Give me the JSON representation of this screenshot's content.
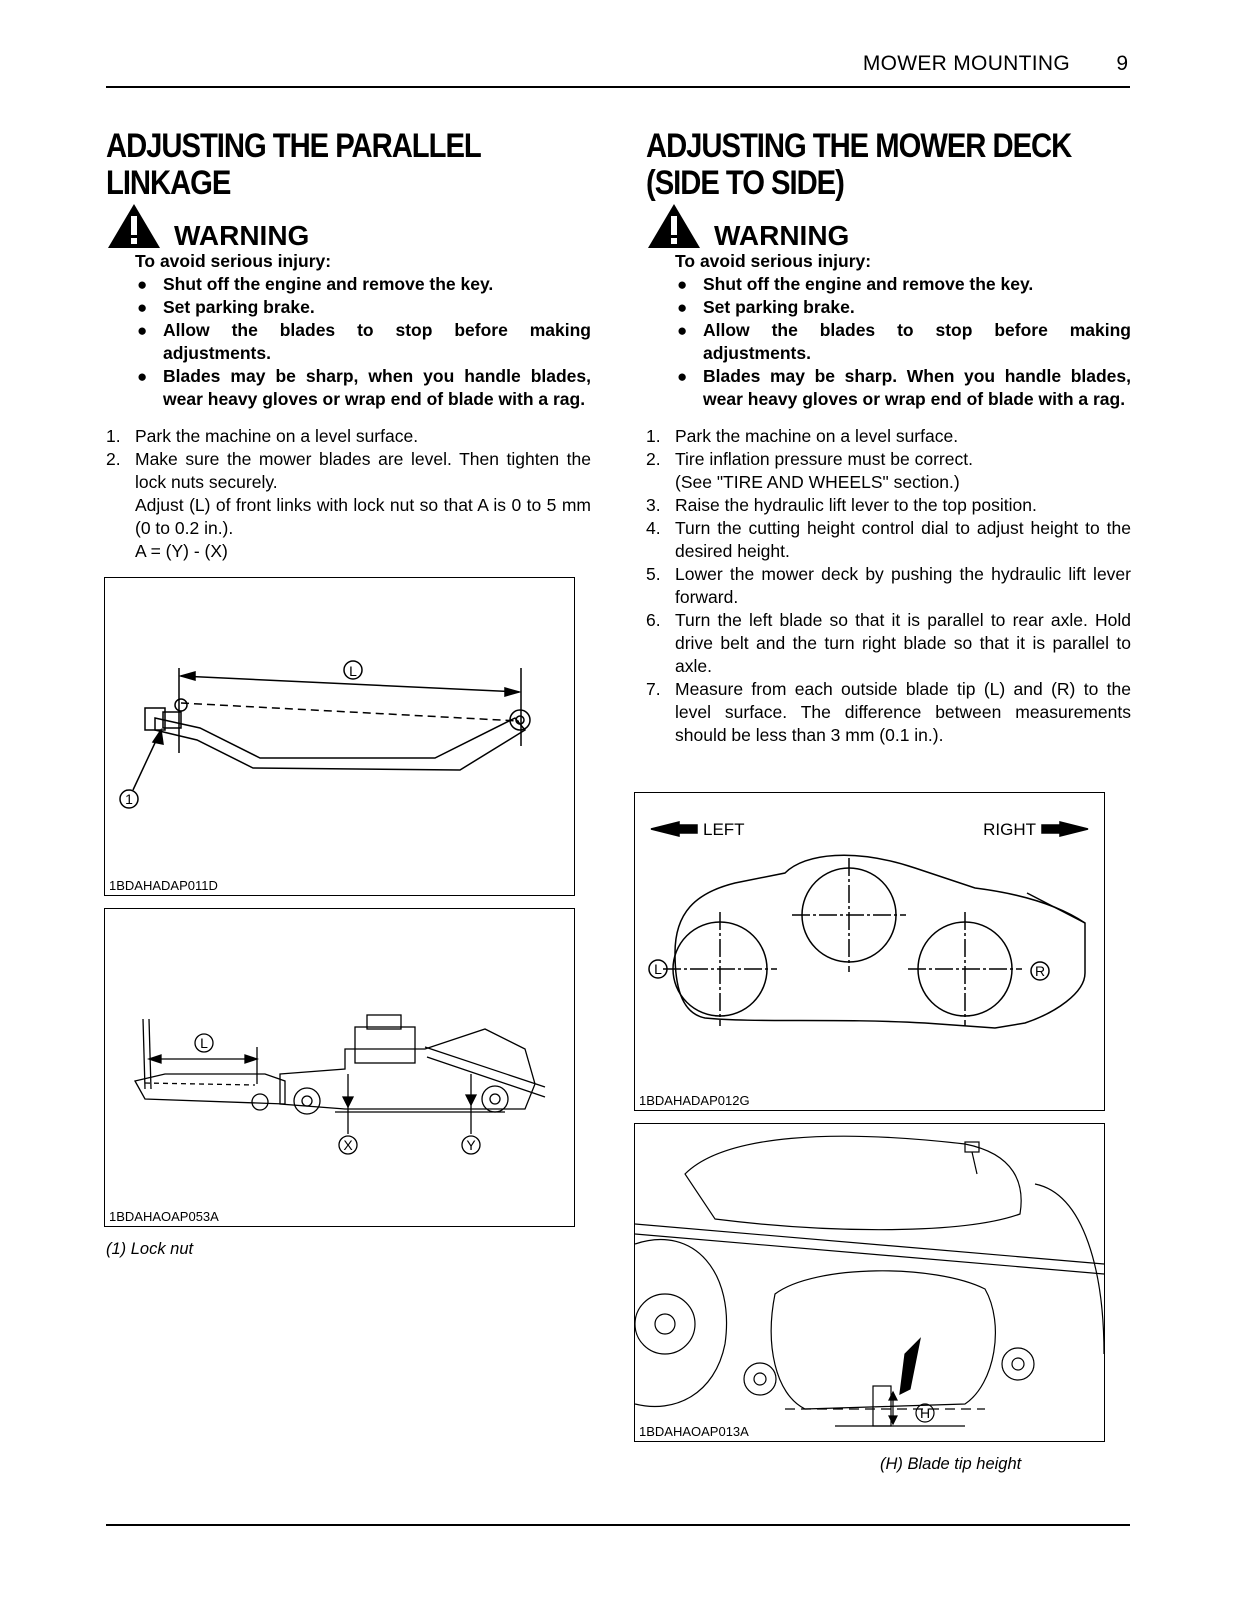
{
  "header": {
    "section": "MOWER MOUNTING",
    "page": "9"
  },
  "left": {
    "title": "ADJUSTING THE PARALLEL LINKAGE",
    "warning": {
      "label": "WARNING",
      "intro": "To avoid serious injury:",
      "items": [
        "Shut off the engine and remove the key.",
        "Set parking brake.",
        "Allow the blades to stop before making adjustments.",
        "Blades may be sharp, when you handle blades, wear heavy gloves or wrap end of blade with a rag."
      ]
    },
    "steps": [
      {
        "num": "1.",
        "text": "Park the machine on a level surface."
      },
      {
        "num": "2.",
        "text": "Make sure the mower blades are level. Then tighten the lock nuts securely.",
        "extra": [
          "Adjust (L) of front links with lock nut so that A is 0 to 5 mm (0 to 0.2 in.).",
          "A = (Y) - (X)"
        ]
      }
    ],
    "fig1": {
      "code": "1BDAHADAP011D",
      "labels": [
        "L",
        "1"
      ]
    },
    "fig2": {
      "code": "1BDAHAOAP053A",
      "labels": [
        "L",
        "X",
        "Y"
      ]
    },
    "caption": "(1) Lock nut"
  },
  "right": {
    "title": "ADJUSTING THE MOWER DECK (SIDE TO SIDE)",
    "warning": {
      "label": "WARNING",
      "intro": "To avoid serious injury:",
      "items": [
        "Shut off the engine and remove the key.",
        "Set parking brake.",
        "Allow the blades to stop before making adjustments.",
        "Blades may be sharp. When you handle blades, wear heavy gloves or wrap end of blade with a rag."
      ]
    },
    "steps": [
      {
        "num": "1.",
        "text": "Park the machine on a level surface."
      },
      {
        "num": "2.",
        "text": "Tire inflation pressure must be correct.",
        "extra": [
          "(See \"TIRE AND WHEELS\" section.)"
        ]
      },
      {
        "num": "3.",
        "text": "Raise the hydraulic lift lever to the top position."
      },
      {
        "num": "4.",
        "text": "Turn the cutting height control dial to adjust height to the desired height."
      },
      {
        "num": "5.",
        "text": "Lower the mower deck by pushing the hydraulic lift lever forward."
      },
      {
        "num": "6.",
        "text": "Turn the left blade so that it is parallel to rear axle. Hold drive belt and the turn right blade so that it is parallel to axle."
      },
      {
        "num": "7.",
        "text": "Measure from each outside blade tip (L) and (R) to the level surface. The difference between measurements should be less than 3 mm (0.1 in.)."
      }
    ],
    "fig3": {
      "code": "1BDAHADAP012G",
      "left_label": "LEFT",
      "right_label": "RIGHT",
      "labels": [
        "L",
        "R"
      ]
    },
    "fig4": {
      "code": "1BDAHAOAP013A",
      "labels": [
        "H"
      ]
    },
    "caption": "(H) Blade tip height"
  }
}
